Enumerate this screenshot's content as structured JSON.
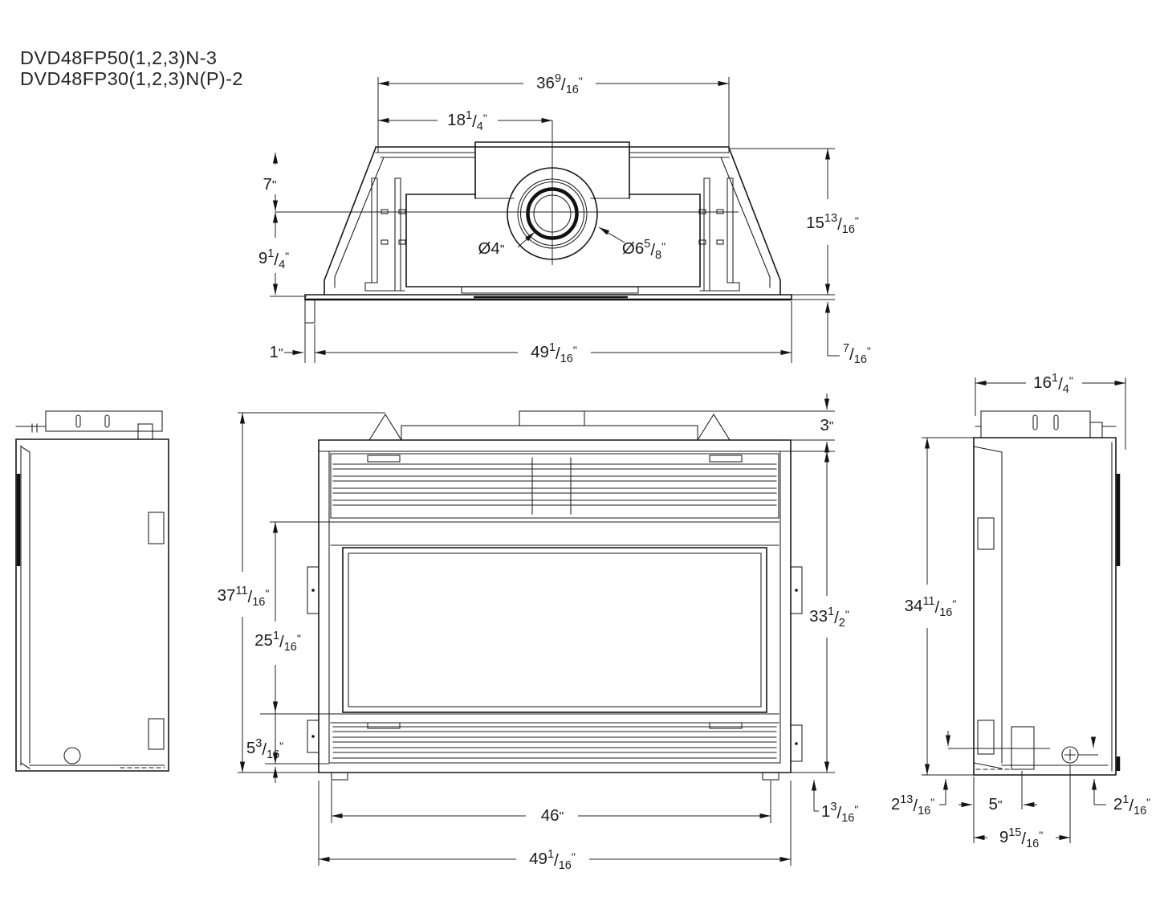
{
  "title": {
    "line1": "DVD48FP50(1,2,3)N-3",
    "line2": "DVD48FP30(1,2,3)N(P)-2"
  },
  "glyphs": {
    "slash": "/"
  },
  "line_color": "#1b1b1b",
  "dims": {
    "top_flue_width": {
      "w": "36",
      "n": "9",
      "d": "16",
      "u": "\""
    },
    "top_flue_center": {
      "w": "18",
      "n": "1",
      "d": "4",
      "u": "\""
    },
    "top_front_depth": {
      "w": "7",
      "u": "\""
    },
    "top_rear_depth": {
      "w": "9",
      "n": "1",
      "d": "4",
      "u": "\""
    },
    "flue_inner_diameter": {
      "p": "Ø",
      "w": "4",
      "u": "\""
    },
    "flue_outer_diameter": {
      "p": "Ø",
      "w": "6",
      "n": "5",
      "d": "8",
      "u": "\""
    },
    "top_height": {
      "w": "15",
      "n": "13",
      "d": "16",
      "u": "\""
    },
    "top_base_lip": {
      "n": "7",
      "d": "16",
      "u": "\""
    },
    "top_left_offset": {
      "w": "1",
      "u": "\""
    },
    "top_overall_width": {
      "w": "49",
      "n": "1",
      "d": "16",
      "u": "\""
    },
    "front_standoff": {
      "w": "3",
      "u": "\""
    },
    "front_total_height": {
      "w": "37",
      "n": "11",
      "d": "16",
      "u": "\""
    },
    "front_opening_height": {
      "w": "25",
      "n": "1",
      "d": "16",
      "u": "\""
    },
    "front_bottom_height": {
      "w": "5",
      "n": "3",
      "d": "16",
      "u": "\""
    },
    "front_body_height": {
      "w": "33",
      "n": "1",
      "d": "2",
      "u": "\""
    },
    "front_base_lip": {
      "w": "1",
      "n": "3",
      "d": "16",
      "u": "\""
    },
    "front_opening_width": {
      "w": "46",
      "u": "\""
    },
    "front_overall_width": {
      "w": "49",
      "n": "1",
      "d": "16",
      "u": "\""
    },
    "side_depth": {
      "w": "16",
      "n": "1",
      "d": "4",
      "u": "\""
    },
    "side_height": {
      "w": "34",
      "n": "11",
      "d": "16",
      "u": "\""
    },
    "side_rear_offset": {
      "w": "2",
      "n": "13",
      "d": "16",
      "u": "\""
    },
    "side_gas_offset": {
      "w": "5",
      "u": "\""
    },
    "side_elec_offset": {
      "w": "9",
      "n": "15",
      "d": "16",
      "u": "\""
    },
    "side_front_offset": {
      "w": "2",
      "n": "1",
      "d": "16",
      "u": "\""
    }
  }
}
